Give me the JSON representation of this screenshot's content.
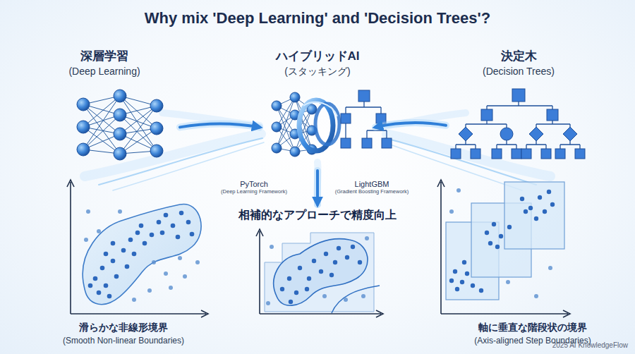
{
  "diagram": {
    "title": "Why mix 'Deep Learning' and 'Decision Trees'?",
    "nodes": [
      {
        "text": [
          "深層学習",
          "(Deep Learning)"
        ]
      },
      {
        "text": [
          "ハイブリッドAI",
          "(スタッキング)"
        ]
      },
      {
        "text": [
          "決定木",
          "(Decision Trees)"
        ]
      },
      {
        "text": [
          "滑らかな非線形境界",
          "(Smooth Non-linear Boundaries)"
        ]
      },
      {
        "text": [
          "相補的なアプローチで精度向上"
        ]
      },
      {
        "text": [
          "軸に垂直な階段状の境界",
          "(Axis-aligned Step Boundaries)"
        ]
      }
    ],
    "edges": [
      {
        "from": 0,
        "to": 1,
        "arrow": "to"
      },
      {
        "from": 2,
        "to": 1,
        "arrow": "to"
      },
      {
        "from": 1,
        "to": 4,
        "arrow": "to"
      }
    ],
    "labels": [
      "PyTorch",
      "(Deep Learning Framework)",
      "LightGBM",
      "(Gradient Boosting Framework)",
      "2025 AI KnowledgeFlow"
    ]
  }
}
